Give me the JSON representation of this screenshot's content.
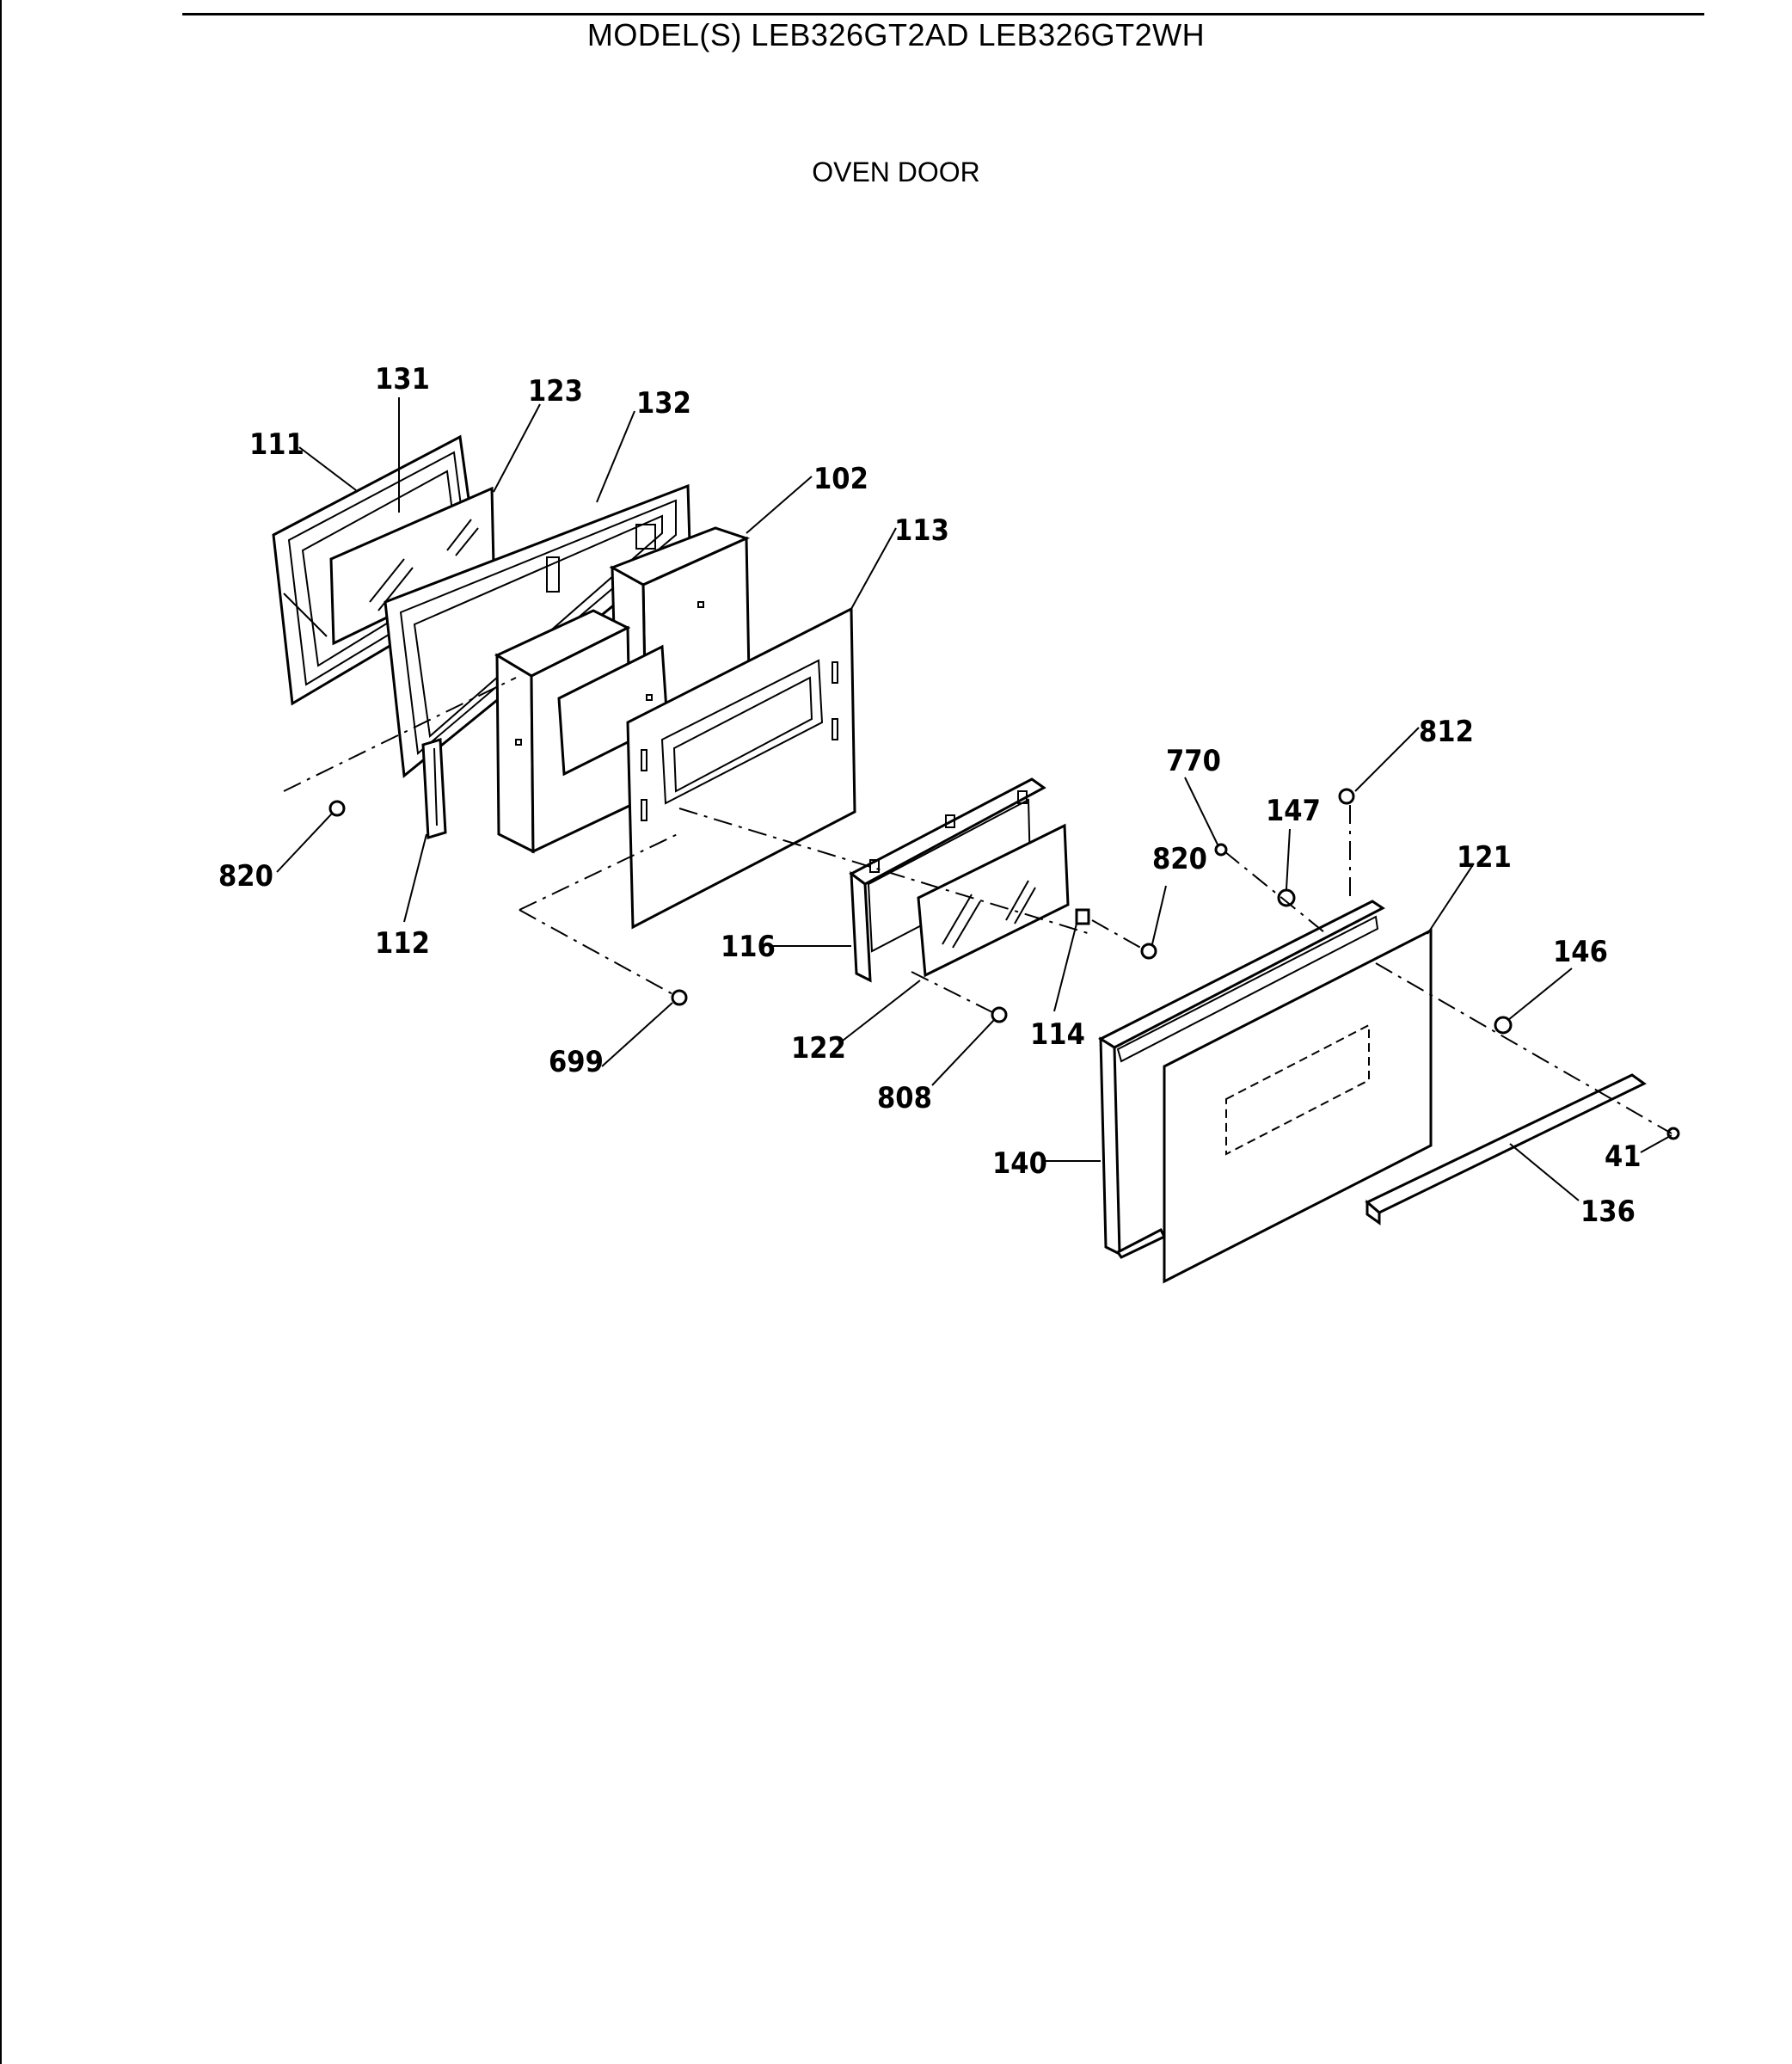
{
  "header": {
    "title": "MODEL(S) LEB326GT2AD  LEB326GT2WH",
    "subtitle": "OVEN DOOR"
  },
  "parts": [
    {
      "id": "part-131",
      "label": "131"
    },
    {
      "id": "part-123",
      "label": "123"
    },
    {
      "id": "part-132",
      "label": "132"
    },
    {
      "id": "part-111",
      "label": "111"
    },
    {
      "id": "part-102",
      "label": "102"
    },
    {
      "id": "part-113",
      "label": "113"
    },
    {
      "id": "part-820-left",
      "label": "820"
    },
    {
      "id": "part-112",
      "label": "112"
    },
    {
      "id": "part-699",
      "label": "699"
    },
    {
      "id": "part-116",
      "label": "116"
    },
    {
      "id": "part-122",
      "label": "122"
    },
    {
      "id": "part-808",
      "label": "808"
    },
    {
      "id": "part-114",
      "label": "114"
    },
    {
      "id": "part-770",
      "label": "770"
    },
    {
      "id": "part-812",
      "label": "812"
    },
    {
      "id": "part-147",
      "label": "147"
    },
    {
      "id": "part-820-right",
      "label": "820"
    },
    {
      "id": "part-121",
      "label": "121"
    },
    {
      "id": "part-146",
      "label": "146"
    },
    {
      "id": "part-140",
      "label": "140"
    },
    {
      "id": "part-41",
      "label": "41"
    },
    {
      "id": "part-136",
      "label": "136"
    }
  ]
}
